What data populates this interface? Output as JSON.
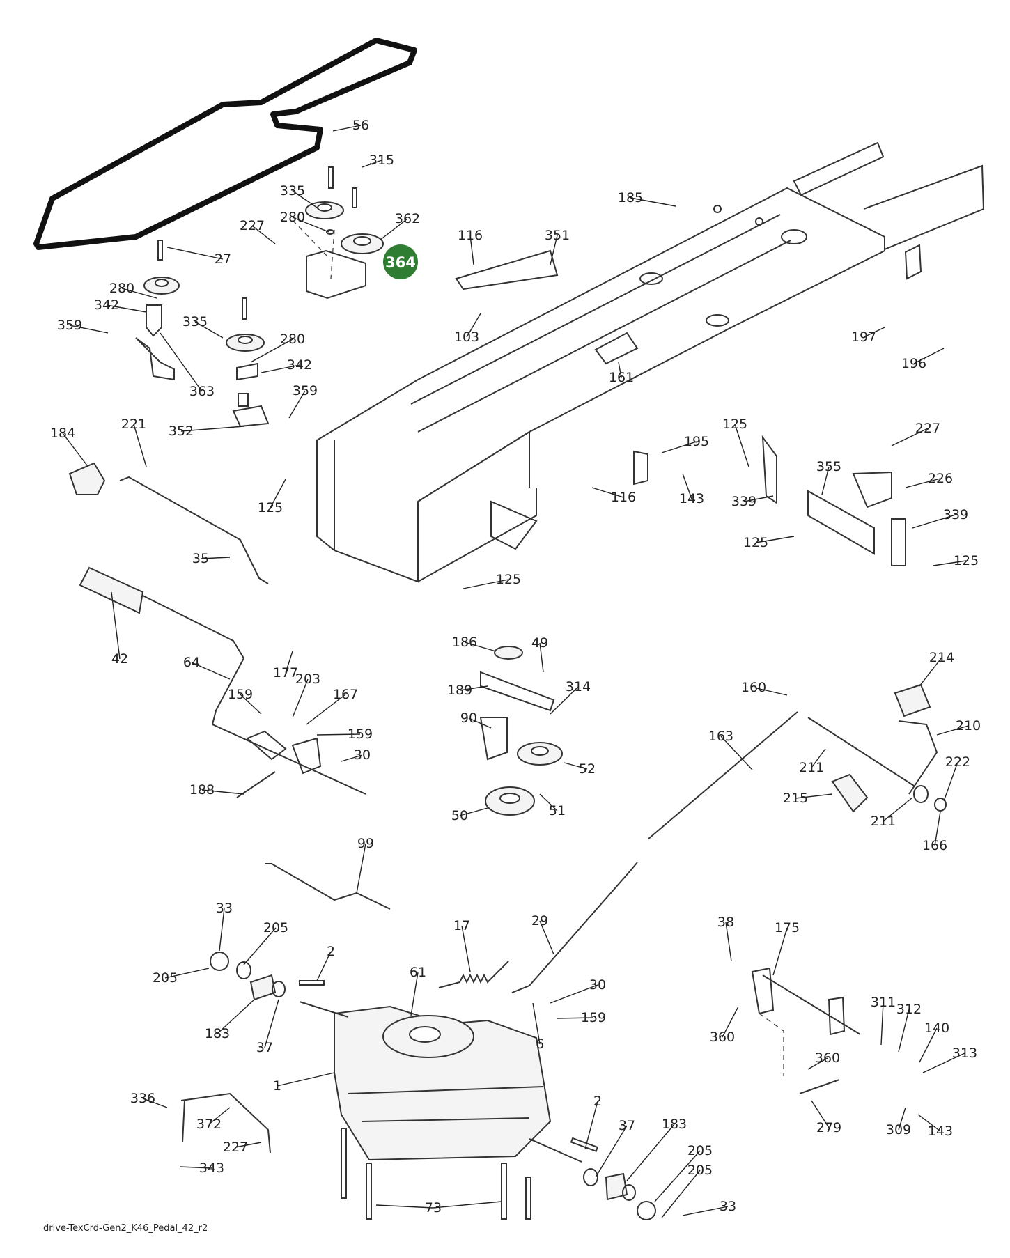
{
  "highlight": {
    "part": "364",
    "color": "#2e7d32"
  },
  "footer": {
    "caption": "drive-TexCrd-Gen2_K46_Pedal_42_r2"
  },
  "labels": [
    {
      "id": "56",
      "text": "56"
    },
    {
      "id": "315",
      "text": "315"
    },
    {
      "id": "335a",
      "text": "335"
    },
    {
      "id": "280a",
      "text": "280"
    },
    {
      "id": "362",
      "text": "362"
    },
    {
      "id": "227a",
      "text": "227"
    },
    {
      "id": "27",
      "text": "27"
    },
    {
      "id": "280b",
      "text": "280"
    },
    {
      "id": "342a",
      "text": "342"
    },
    {
      "id": "335b",
      "text": "335"
    },
    {
      "id": "359a",
      "text": "359"
    },
    {
      "id": "280c",
      "text": "280"
    },
    {
      "id": "342b",
      "text": "342"
    },
    {
      "id": "363",
      "text": "363"
    },
    {
      "id": "359b",
      "text": "359"
    },
    {
      "id": "352",
      "text": "352"
    },
    {
      "id": "116a",
      "text": "116"
    },
    {
      "id": "351",
      "text": "351"
    },
    {
      "id": "103",
      "text": "103"
    },
    {
      "id": "185",
      "text": "185"
    },
    {
      "id": "161",
      "text": "161"
    },
    {
      "id": "197",
      "text": "197"
    },
    {
      "id": "196",
      "text": "196"
    },
    {
      "id": "184",
      "text": "184"
    },
    {
      "id": "221",
      "text": "221"
    },
    {
      "id": "125a",
      "text": "125"
    },
    {
      "id": "35",
      "text": "35"
    },
    {
      "id": "195",
      "text": "195"
    },
    {
      "id": "116b",
      "text": "116"
    },
    {
      "id": "143a",
      "text": "143"
    },
    {
      "id": "125b",
      "text": "125"
    },
    {
      "id": "125c",
      "text": "125"
    },
    {
      "id": "227b",
      "text": "227"
    },
    {
      "id": "355",
      "text": "355"
    },
    {
      "id": "226",
      "text": "226"
    },
    {
      "id": "339a",
      "text": "339"
    },
    {
      "id": "339b",
      "text": "339"
    },
    {
      "id": "125d",
      "text": "125"
    },
    {
      "id": "125e",
      "text": "125"
    },
    {
      "id": "42",
      "text": "42"
    },
    {
      "id": "64",
      "text": "64"
    },
    {
      "id": "177",
      "text": "177"
    },
    {
      "id": "203",
      "text": "203"
    },
    {
      "id": "159a",
      "text": "159"
    },
    {
      "id": "167",
      "text": "167"
    },
    {
      "id": "159b",
      "text": "159"
    },
    {
      "id": "30a",
      "text": "30"
    },
    {
      "id": "188",
      "text": "188"
    },
    {
      "id": "186",
      "text": "186"
    },
    {
      "id": "49",
      "text": "49"
    },
    {
      "id": "189",
      "text": "189"
    },
    {
      "id": "314",
      "text": "314"
    },
    {
      "id": "90",
      "text": "90"
    },
    {
      "id": "52",
      "text": "52"
    },
    {
      "id": "50",
      "text": "50"
    },
    {
      "id": "51",
      "text": "51"
    },
    {
      "id": "214",
      "text": "214"
    },
    {
      "id": "160",
      "text": "160"
    },
    {
      "id": "163",
      "text": "163"
    },
    {
      "id": "210",
      "text": "210"
    },
    {
      "id": "211a",
      "text": "211"
    },
    {
      "id": "222",
      "text": "222"
    },
    {
      "id": "215",
      "text": "215"
    },
    {
      "id": "211b",
      "text": "211"
    },
    {
      "id": "166",
      "text": "166"
    },
    {
      "id": "99",
      "text": "99"
    },
    {
      "id": "33a",
      "text": "33"
    },
    {
      "id": "205a",
      "text": "205"
    },
    {
      "id": "205b",
      "text": "205"
    },
    {
      "id": "2a",
      "text": "2"
    },
    {
      "id": "17",
      "text": "17"
    },
    {
      "id": "29",
      "text": "29"
    },
    {
      "id": "183a",
      "text": "183"
    },
    {
      "id": "37a",
      "text": "37"
    },
    {
      "id": "61",
      "text": "61"
    },
    {
      "id": "30b",
      "text": "30"
    },
    {
      "id": "159c",
      "text": "159"
    },
    {
      "id": "6",
      "text": "6"
    },
    {
      "id": "1",
      "text": "1"
    },
    {
      "id": "38",
      "text": "38"
    },
    {
      "id": "175",
      "text": "175"
    },
    {
      "id": "360a",
      "text": "360"
    },
    {
      "id": "311",
      "text": "311"
    },
    {
      "id": "312",
      "text": "312"
    },
    {
      "id": "140",
      "text": "140"
    },
    {
      "id": "313",
      "text": "313"
    },
    {
      "id": "360b",
      "text": "360"
    },
    {
      "id": "336",
      "text": "336"
    },
    {
      "id": "372",
      "text": "372"
    },
    {
      "id": "227c",
      "text": "227"
    },
    {
      "id": "343",
      "text": "343"
    },
    {
      "id": "2b",
      "text": "2"
    },
    {
      "id": "37b",
      "text": "37"
    },
    {
      "id": "183b",
      "text": "183"
    },
    {
      "id": "205c",
      "text": "205"
    },
    {
      "id": "205d",
      "text": "205"
    },
    {
      "id": "279",
      "text": "279"
    },
    {
      "id": "309",
      "text": "309"
    },
    {
      "id": "143b",
      "text": "143"
    },
    {
      "id": "73",
      "text": "73"
    },
    {
      "id": "33b",
      "text": "33"
    }
  ]
}
